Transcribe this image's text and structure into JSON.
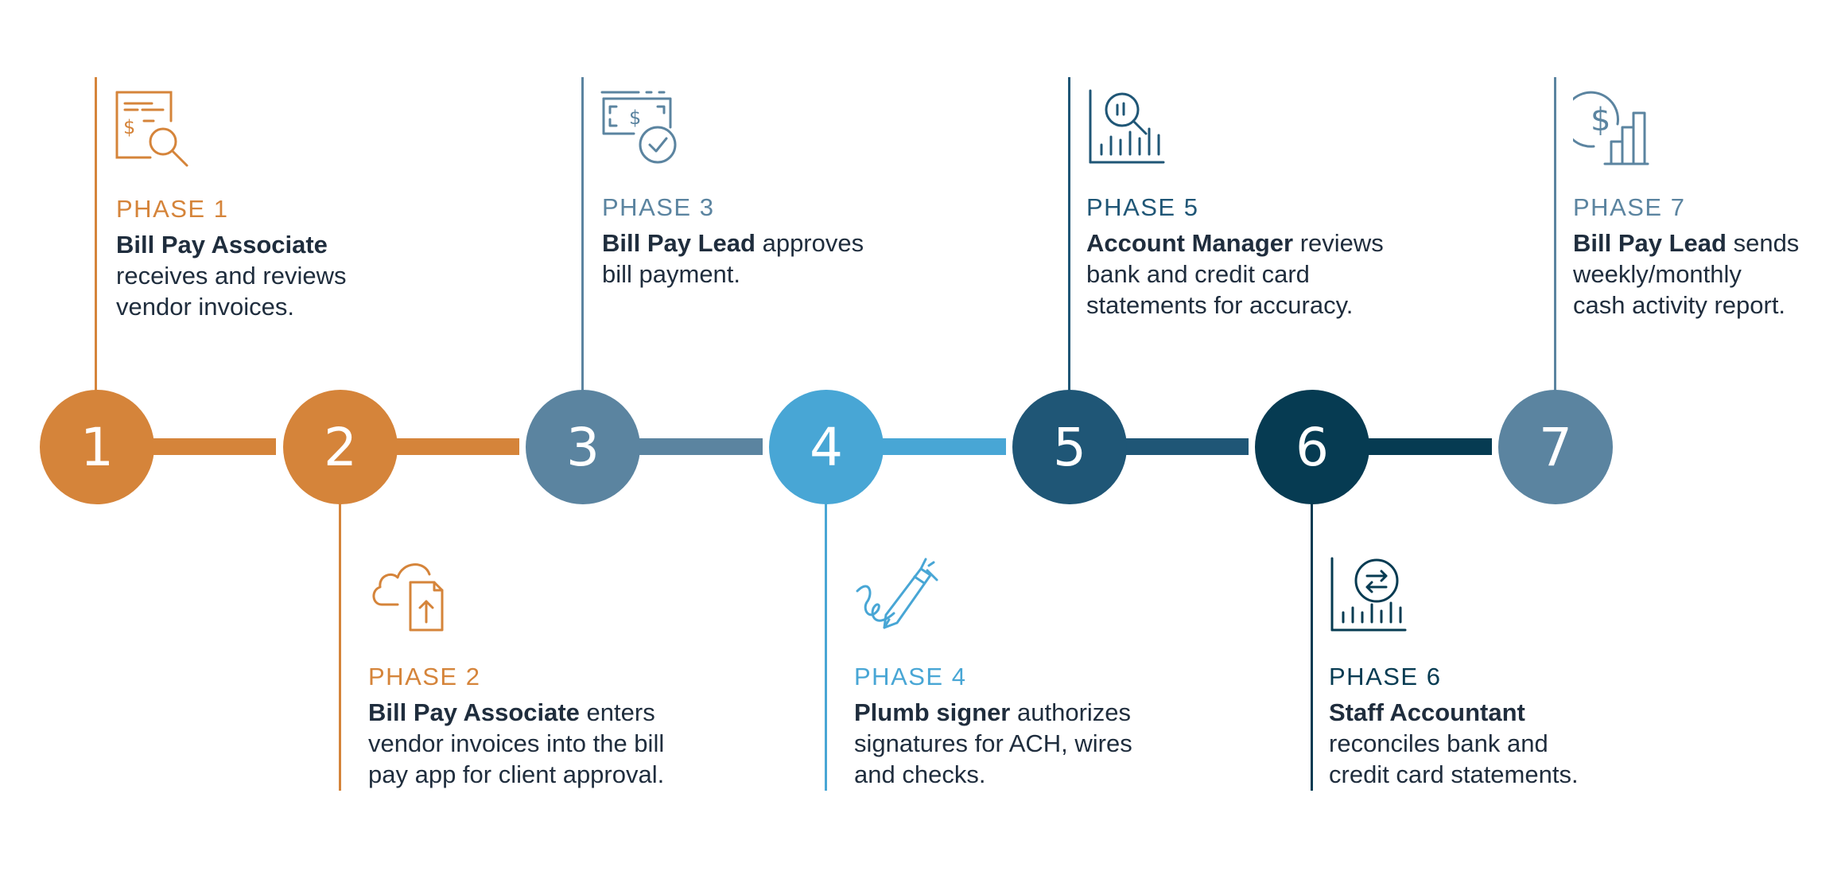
{
  "colors": {
    "orange": "#d5843a",
    "slate": "#5b84a0",
    "sky": "#48a6d5",
    "navy": "#1f5676",
    "dark_navy": "#063b52",
    "text": "#1f2d3d"
  },
  "steps": [
    {
      "number": "1",
      "phase": "PHASE 1",
      "role": "Bill Pay Associate",
      "line1_rest": "",
      "line2": "receives and reviews",
      "line3": "vendor invoices.",
      "icon": "invoice-search-icon"
    },
    {
      "number": "2",
      "phase": "PHASE 2",
      "role": "Bill Pay Associate",
      "line1_rest": " enters",
      "line2": "vendor invoices into the bill",
      "line3": "pay app for client approval.",
      "icon": "cloud-upload-document-icon"
    },
    {
      "number": "3",
      "phase": "PHASE 3",
      "role": "Bill Pay Lead",
      "line1_rest": " approves",
      "line2": "bill payment.",
      "line3": "",
      "icon": "payment-approved-icon"
    },
    {
      "number": "4",
      "phase": "PHASE 4",
      "role": "Plumb signer",
      "line1_rest": " authorizes",
      "line2": "signatures for ACH, wires",
      "line3": "and checks.",
      "icon": "pen-signature-icon"
    },
    {
      "number": "5",
      "phase": "PHASE 5",
      "role": "Account Manager",
      "line1_rest": " reviews",
      "line2": "bank and credit card",
      "line3": "statements for accuracy.",
      "icon": "chart-magnifier-icon"
    },
    {
      "number": "6",
      "phase": "PHASE 6",
      "role": "Staff Accountant",
      "line1_rest": "",
      "line2": "reconciles bank and",
      "line3": "credit card statements.",
      "icon": "chart-reconcile-icon"
    },
    {
      "number": "7",
      "phase": "PHASE 7",
      "role": "Bill Pay Lead",
      "line1_rest": " sends",
      "line2": "weekly/monthly",
      "line3": "cash activity report.",
      "icon": "dollar-bar-chart-icon"
    }
  ]
}
